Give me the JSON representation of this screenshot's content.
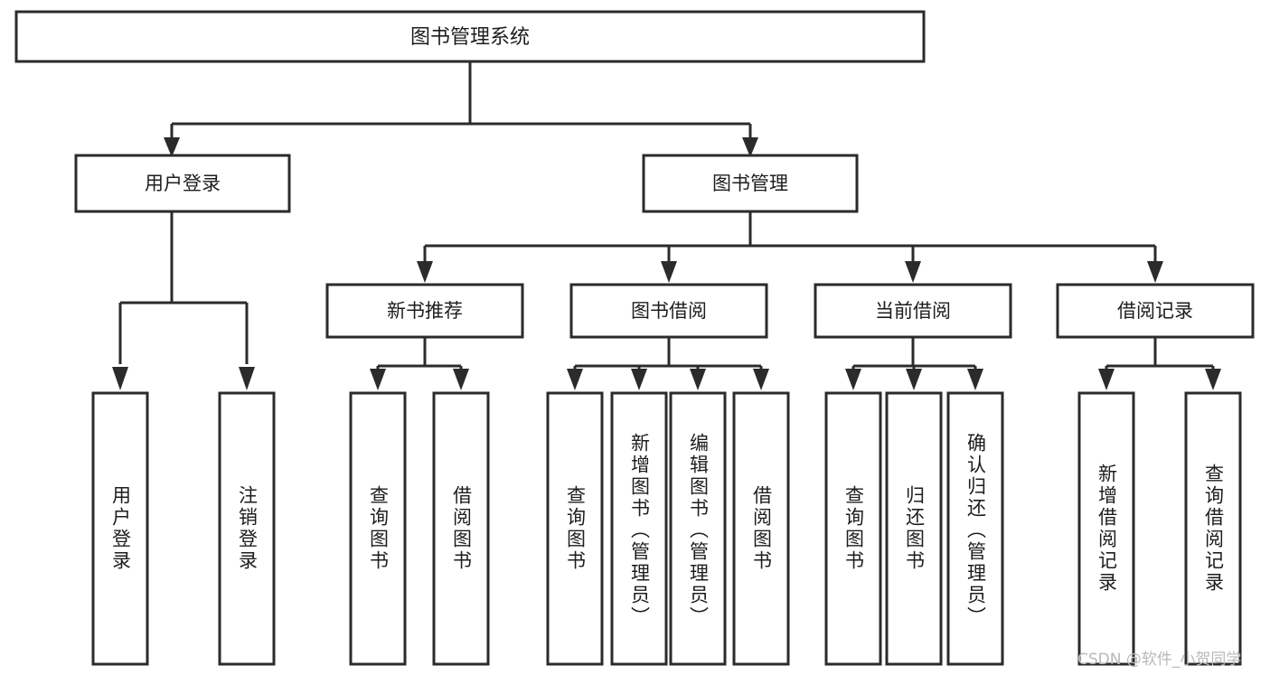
{
  "diagram": {
    "title": "图书管理系统",
    "type": "tree-hierarchy-flowchart",
    "colors": {
      "box_stroke": "#2b2b2b",
      "box_fill": "#ffffff",
      "connector": "#2b2b2b",
      "text": "#1d1d1d",
      "watermark": "#b9b9b9",
      "background": "#ffffff"
    },
    "levels": {
      "level1": [
        "图书管理系统"
      ],
      "level2": [
        "用户登录",
        "图书管理"
      ],
      "level3": [
        "新书推荐",
        "图书借阅",
        "当前借阅",
        "借阅记录"
      ],
      "level4": [
        "用户登录",
        "注销登录",
        "查询图书",
        "借阅图书",
        "查询图书",
        "新增图书（管理员）",
        "编辑图书（管理员）",
        "借阅图书",
        "查询图书",
        "归还图书",
        "确认归还（管理员）",
        "新增借阅记录",
        "查询借阅记录"
      ]
    },
    "nodes": {
      "root": {
        "label": "图书管理系统"
      },
      "user_login": {
        "label": "用户登录"
      },
      "book_mgmt": {
        "label": "图书管理"
      },
      "new_book_rec": {
        "label": "新书推荐"
      },
      "book_borrow": {
        "label": "图书借阅"
      },
      "current_borrow": {
        "label": "当前借阅"
      },
      "borrow_record": {
        "label": "借阅记录"
      },
      "leaf_user_login": {
        "label": "用户登录"
      },
      "leaf_user_logout": {
        "label": "注销登录"
      },
      "leaf_query_book_1": {
        "label": "查询图书"
      },
      "leaf_borrow_book_1": {
        "label": "借阅图书"
      },
      "leaf_query_book_2": {
        "label": "查询图书"
      },
      "leaf_add_book": {
        "label": "新增图书（管理员）"
      },
      "leaf_edit_book": {
        "label": "编辑图书（管理员）"
      },
      "leaf_borrow_book_2": {
        "label": "借阅图书"
      },
      "leaf_query_book_3": {
        "label": "查询图书"
      },
      "leaf_return_book": {
        "label": "归还图书"
      },
      "leaf_confirm_return": {
        "label": "确认归还（管理员）"
      },
      "leaf_add_record": {
        "label": "新增借阅记录"
      },
      "leaf_query_record": {
        "label": "查询借阅记录"
      }
    },
    "edges": [
      {
        "from": "root",
        "to": "user_login"
      },
      {
        "from": "root",
        "to": "book_mgmt"
      },
      {
        "from": "user_login",
        "to": "leaf_user_login"
      },
      {
        "from": "user_login",
        "to": "leaf_user_logout"
      },
      {
        "from": "book_mgmt",
        "to": "new_book_rec"
      },
      {
        "from": "book_mgmt",
        "to": "book_borrow"
      },
      {
        "from": "book_mgmt",
        "to": "current_borrow"
      },
      {
        "from": "book_mgmt",
        "to": "borrow_record"
      },
      {
        "from": "new_book_rec",
        "to": "leaf_query_book_1"
      },
      {
        "from": "new_book_rec",
        "to": "leaf_borrow_book_1"
      },
      {
        "from": "book_borrow",
        "to": "leaf_query_book_2"
      },
      {
        "from": "book_borrow",
        "to": "leaf_add_book"
      },
      {
        "from": "book_borrow",
        "to": "leaf_edit_book"
      },
      {
        "from": "book_borrow",
        "to": "leaf_borrow_book_2"
      },
      {
        "from": "current_borrow",
        "to": "leaf_query_book_3"
      },
      {
        "from": "current_borrow",
        "to": "leaf_return_book"
      },
      {
        "from": "current_borrow",
        "to": "leaf_confirm_return"
      },
      {
        "from": "borrow_record",
        "to": "leaf_add_record"
      },
      {
        "from": "borrow_record",
        "to": "leaf_query_record"
      }
    ]
  },
  "watermark": {
    "text": "CSDN @软件_小贺同学"
  }
}
